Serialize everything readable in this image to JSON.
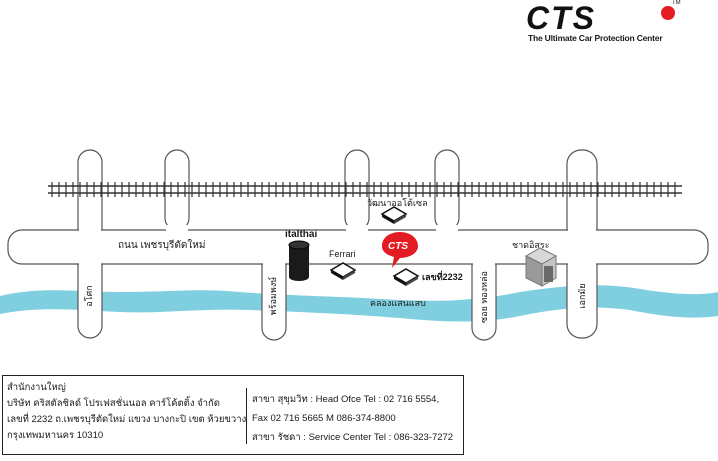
{
  "logo": {
    "name": "CTS",
    "tagline": "The Ultimate Car Protection Center",
    "trademark": "TM",
    "accent_color": "#e31b23"
  },
  "map": {
    "main_road_label": "ถนน เพชรบุรีตัดใหม่",
    "canal_label": "คลองแสนแสบ",
    "side_roads": {
      "road1": "อโศก",
      "road2": "พร้อมพงษ์",
      "road3": "ซอย ทองหล่อ",
      "road4": "เอกมัย"
    },
    "landmarks": {
      "italthai": "italthai",
      "ferrari": "Ferrari",
      "wattana": "วัฒนาออโต้เซล",
      "chat": "ชาดอิสระ",
      "cts_location": "เลขที่2232",
      "cts_pin": "CTS"
    },
    "colors": {
      "canal": "#7fcfe0",
      "road_outline": "#555555",
      "rail": "#333333"
    }
  },
  "address": {
    "hq_title": "สำนักงานใหญ่",
    "company": "บริษัท คริสตัลชิลด์ โปรเฟสชั่นนอล คาร์โค้ตติ้ง จำกัด",
    "street": "เลขที่ 2232 ถ.เพชรบุรีตัดใหม่ แขวง บางกะปิ เขต ห้วยขวาง",
    "city": "กรุงเทพมหานคร 10310",
    "branch1": "สาขา สุขุมวิท  : Head Ofce  Tel : 02 716 5554,",
    "branch1_fax": "Fax 02 716 5665  M 086-374-8800",
    "branch2": "สาขา รัชดา : Service Center Tel : 086-323-7272"
  }
}
